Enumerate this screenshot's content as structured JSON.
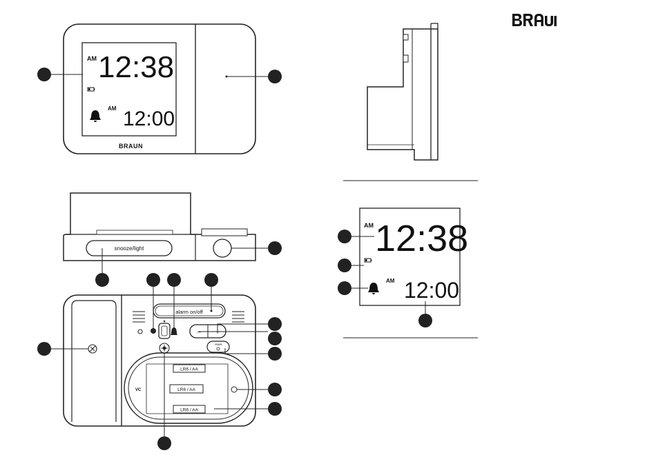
{
  "brand": "BRAUN",
  "front_view": {
    "time_period": "AM",
    "time": "12:38",
    "alarm_period": "AM",
    "alarm_time": "12:00",
    "logo": "BRAUN"
  },
  "top_view": {
    "snooze_label": "snooze/light"
  },
  "back_view": {
    "alarm_switch_label": "alarm on/off",
    "minus_label": "−",
    "plus_label": "+",
    "reset_label": "reset",
    "vc_label": "VC",
    "battery_labels": [
      "LR6 / AA",
      "LR6 / AA",
      "LR6 / AA"
    ],
    "mode_symbol": "▾"
  },
  "display_detail": {
    "time_period": "AM",
    "time": "12:38",
    "alarm_period": "AM",
    "alarm_time": "12:00"
  },
  "icons": {
    "alarm": "bell-icon",
    "battery": "battery-low-icon",
    "light_sensor": "sun-icon",
    "radio_control": "antenna-icon"
  },
  "colors": {
    "line": "#222222",
    "callout": "#222222",
    "background": "#ffffff"
  }
}
